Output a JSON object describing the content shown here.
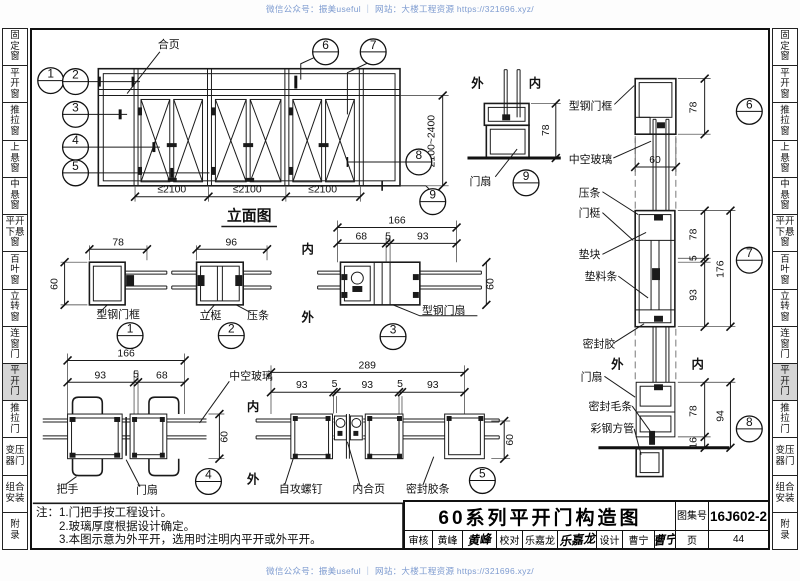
{
  "watermark": {
    "top": "微信公众号：振美useful ｜ 网站：大楼工程资源 https://321696.xyz/",
    "bottom": "微信公众号：振美useful ｜ 网站：大楼工程资源 https://321696.xyz/"
  },
  "sidebar": {
    "items": [
      {
        "label": "固\n定\n窗",
        "active": false
      },
      {
        "label": "平\n开\n窗",
        "active": false
      },
      {
        "label": "推\n拉\n窗",
        "active": false
      },
      {
        "label": "上\n悬\n窗",
        "active": false
      },
      {
        "label": "中\n悬\n窗",
        "active": false
      },
      {
        "label": "平开\n下悬\n窗",
        "active": false
      },
      {
        "label": "百\n叶\n窗",
        "active": false
      },
      {
        "label": "立\n转\n窗",
        "active": false
      },
      {
        "label": "连\n窗\n门",
        "active": false
      },
      {
        "label": "平\n开\n门",
        "active": true
      },
      {
        "label": "推\n拉\n门",
        "active": false
      },
      {
        "label": "变压\n器门",
        "active": false
      },
      {
        "label": "组合\n安装",
        "active": false
      },
      {
        "label": "附\n录",
        "active": false
      }
    ]
  },
  "callouts": {
    "c1": "1",
    "c2": "2",
    "c3": "3",
    "c4": "4",
    "c5": "5",
    "c6": "6",
    "c7": "7",
    "c8": "8",
    "c9": "9"
  },
  "elevation": {
    "title": "立面图",
    "hinge": "合页",
    "bay_dim": "≤2100",
    "height_dim": "2100~2400"
  },
  "details": {
    "d1": {
      "dim_w": "78",
      "dim_h": "60",
      "frame": "型钢门框"
    },
    "d2": {
      "dim_w": "96",
      "mullion": "立梃",
      "bead": "压条"
    },
    "d3": {
      "dim_total": "166",
      "dim_a": "68",
      "dim_b": "5",
      "dim_c": "93",
      "dim_h": "60",
      "inside": "内",
      "outside": "外",
      "leaf": "型钢门扇"
    },
    "d4": {
      "dim_total": "166",
      "dim_a": "93",
      "dim_b": "5",
      "dim_c": "68",
      "dim_h": "60",
      "handle": "把手",
      "leaf": "门扇",
      "glass": "中空玻璃",
      "inside": "内",
      "outside": "外"
    },
    "d5": {
      "dim_total": "289",
      "dim_a": "93",
      "dim_b": "5",
      "dim_c": "93",
      "dim_d": "5",
      "dim_e": "93",
      "dim_h": "60",
      "screw": "自攻螺钉",
      "hinge": "内合页",
      "seal": "密封胶条"
    },
    "d6": {
      "dim_h": "78",
      "dim_w": "60",
      "frame": "型钢门框",
      "glass": "中空玻璃"
    },
    "d7": {
      "dim_a": "78",
      "dim_b": "5",
      "dim_c": "93",
      "dim_total": "176",
      "bead": "压条",
      "stile": "门梃",
      "block": "垫块",
      "filler": "垫料条",
      "sealant": "密封胶",
      "outside": "外",
      "inside": "内"
    },
    "d8": {
      "dim_a": "78",
      "dim_b": "16",
      "dim_total": "94",
      "leaf": "门扇",
      "brush": "密封毛条",
      "tube": "彩钢方管"
    },
    "d9": {
      "dim_h": "78",
      "outside": "外",
      "inside": "内",
      "leaf": "门扇"
    }
  },
  "notes": {
    "prefix": "注：",
    "line1": "1.门把手按工程设计。",
    "line2": "2.玻璃厚度根据设计确定。",
    "line3": "3.本图示意为外平开，选用时注明内平开或外平开。"
  },
  "titleblock": {
    "title": "60系列平开门构造图",
    "atlas_label": "图集号",
    "atlas_no": "16J602-2",
    "review_label": "审核",
    "review_name": "黄峰",
    "review_sign": "黄峰",
    "check_label": "校对",
    "check_name": "乐嘉龙",
    "check_sign": "乐嘉龙",
    "design_label": "设计",
    "design_name": "曹宁",
    "design_sign": "曹宁",
    "page_label": "页",
    "page_no": "44"
  }
}
